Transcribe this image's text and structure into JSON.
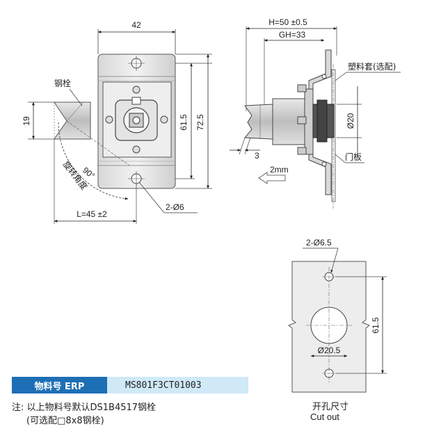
{
  "front_view": {
    "width_dim": "42",
    "height_dim_inner": "61.5",
    "height_dim_outer": "72.5",
    "bolt_height_dim": "19",
    "length_dim": "L=45 ±2",
    "hole_dim": "2-Ø6",
    "bolt_label": "钢栓",
    "rotation_angle": "90°",
    "rotation_label": "旋转角度"
  },
  "side_view": {
    "h_dim": "H=50 ±0.5",
    "gh_dim": "GH=33",
    "diameter_dim": "Ø20",
    "thickness_dim": "3",
    "travel_label": "2mm",
    "plastic_sleeve_label": "塑料套(选配)",
    "door_panel_label": "门板"
  },
  "cutout_view": {
    "hole_dim": "2-Ø6.5",
    "center_hole_dim": "Ø20.5",
    "spacing_dim": "61.5",
    "caption_cn": "开孔尺寸",
    "caption_en": "Cut out"
  },
  "part_number": {
    "label": "物料号 ERP",
    "value": "MS801F3CT01003"
  },
  "notes": {
    "line1": "注: 以上物料号默认DS1B4517钢栓",
    "line2": "(可选配□8x8钢栓)"
  }
}
